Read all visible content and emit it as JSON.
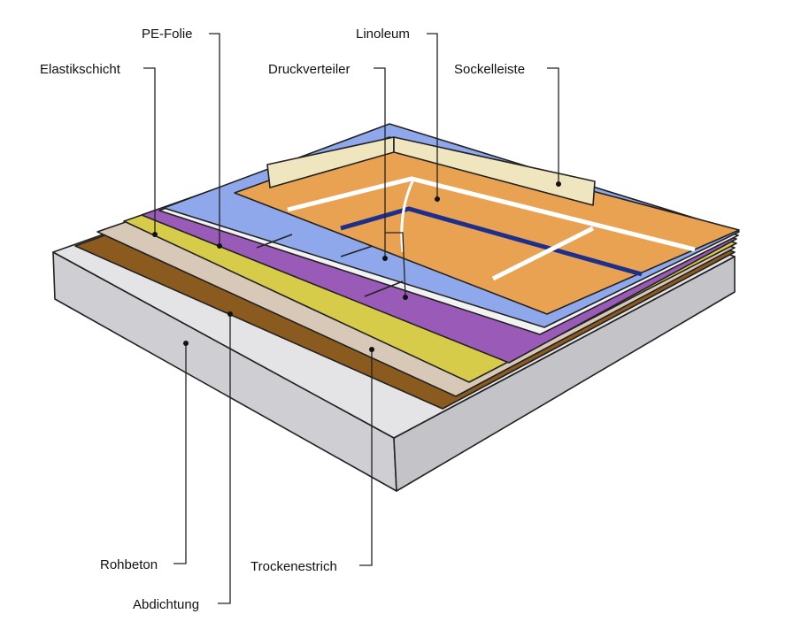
{
  "labels": {
    "pe_folie": "PE-Folie",
    "linoleum": "Linoleum",
    "elastikschicht": "Elastikschicht",
    "druckverteiler": "Druckverteiler",
    "sockelleiste": "Sockelleiste",
    "rohbeton": "Rohbeton",
    "abdichtung": "Abdichtung",
    "trockenestrich": "Trockenestrich"
  },
  "colors": {
    "concrete": "#d9d9dc",
    "abdichtung": "#8a5a1e",
    "trockenestrich": "#d8c8b8",
    "elastik": "#d6cc4a",
    "pe_folie": "#9a5ab8",
    "druckverteiler": "#8fa8ec",
    "linoleum": "#e9a152",
    "sockelleiste": "#efe6bf",
    "court_blue": "#1c2f8c",
    "court_white": "#ffffff"
  }
}
